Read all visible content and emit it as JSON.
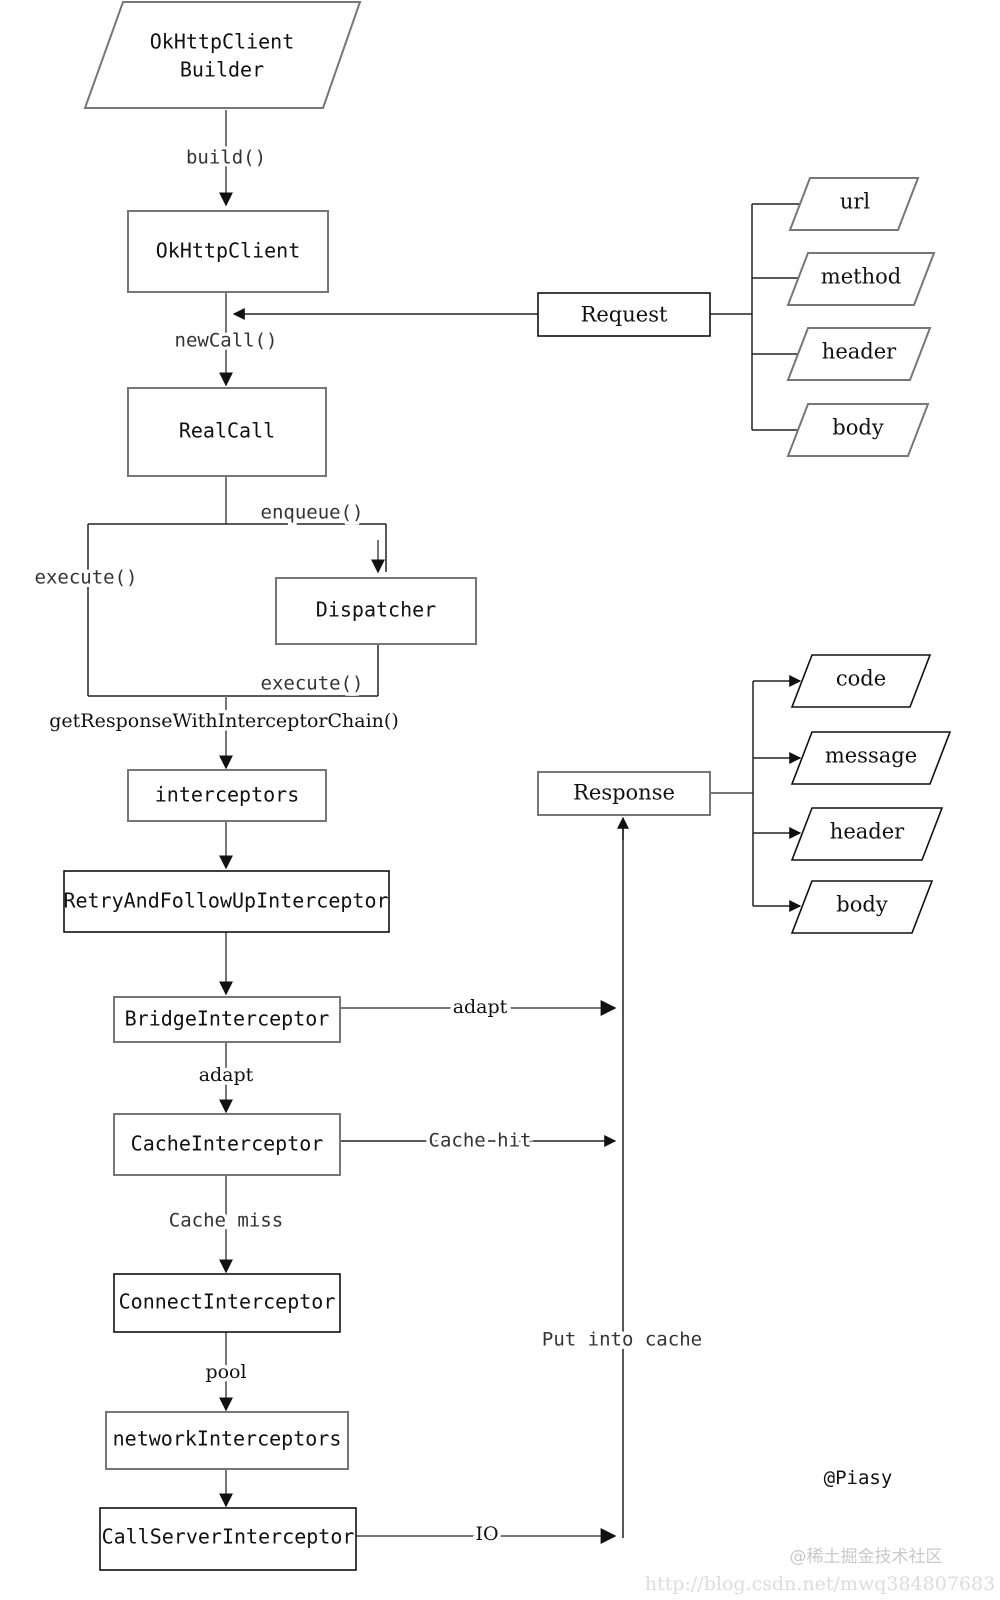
{
  "diagram": {
    "title": "OkHttp request flow",
    "colors": {
      "shape_border": "#777777",
      "shape_border_dark": "#111111",
      "connector": "#777777",
      "background": "#ffffff",
      "text": "#111111"
    },
    "nodes": [
      {
        "id": "builder",
        "label": "OkHttpClient\nBuilder",
        "line1": "OkHttpClient",
        "line2": "Builder",
        "shape": "parallelogram"
      },
      {
        "id": "okhttpclient",
        "label": "OkHttpClient",
        "shape": "rect"
      },
      {
        "id": "realcall",
        "label": "RealCall",
        "shape": "rect"
      },
      {
        "id": "dispatcher",
        "label": "Dispatcher",
        "shape": "rect"
      },
      {
        "id": "interceptors",
        "label": "interceptors",
        "shape": "rect"
      },
      {
        "id": "retryandfollowup",
        "label": "RetryAndFollowUpInterceptor",
        "shape": "rect"
      },
      {
        "id": "bridgeinterceptor",
        "label": "BridgeInterceptor",
        "shape": "rect"
      },
      {
        "id": "cacheinterceptor",
        "label": "CacheInterceptor",
        "shape": "rect"
      },
      {
        "id": "connectinterceptor",
        "label": "ConnectInterceptor",
        "shape": "rect"
      },
      {
        "id": "networkinterceptors",
        "label": "networkInterceptors",
        "shape": "rect"
      },
      {
        "id": "callserverinterceptor",
        "label": "CallServerInterceptor",
        "shape": "rect"
      },
      {
        "id": "request",
        "label": "Request",
        "shape": "rect"
      },
      {
        "id": "response",
        "label": "Response",
        "shape": "rect"
      },
      {
        "id": "request-url",
        "label": "url",
        "shape": "parallelogram"
      },
      {
        "id": "request-method",
        "label": "method",
        "shape": "parallelogram"
      },
      {
        "id": "request-header",
        "label": "header",
        "shape": "parallelogram"
      },
      {
        "id": "request-body",
        "label": "body",
        "shape": "parallelogram"
      },
      {
        "id": "response-code",
        "label": "code",
        "shape": "parallelogram"
      },
      {
        "id": "response-message",
        "label": "message",
        "shape": "parallelogram"
      },
      {
        "id": "response-header",
        "label": "header",
        "shape": "parallelogram"
      },
      {
        "id": "response-body",
        "label": "body",
        "shape": "parallelogram"
      }
    ],
    "edges": [
      {
        "from": "builder",
        "to": "okhttpclient",
        "label": "build()"
      },
      {
        "from": "okhttpclient",
        "to": "realcall",
        "label": "newCall()"
      },
      {
        "from": "realcall",
        "to": "dispatcher",
        "label": "enqueue()"
      },
      {
        "from": "realcall",
        "to": "interceptors",
        "label": "execute()"
      },
      {
        "from": "dispatcher",
        "to": "interceptors",
        "label": "execute()"
      },
      {
        "from": "realcall",
        "to": "interceptors",
        "label": "getResponseWithInterceptorChain()"
      },
      {
        "from": "interceptors",
        "to": "retryandfollowup",
        "label": ""
      },
      {
        "from": "retryandfollowup",
        "to": "bridgeinterceptor",
        "label": ""
      },
      {
        "from": "bridgeinterceptor",
        "to": "response",
        "label": "adapt"
      },
      {
        "from": "bridgeinterceptor",
        "to": "cacheinterceptor",
        "label": "adapt"
      },
      {
        "from": "cacheinterceptor",
        "to": "response",
        "label": "Cache hit"
      },
      {
        "from": "cacheinterceptor",
        "to": "connectinterceptor",
        "label": "Cache miss"
      },
      {
        "from": "connectinterceptor",
        "to": "networkinterceptors",
        "label": "pool"
      },
      {
        "from": "networkinterceptors",
        "to": "callserverinterceptor",
        "label": ""
      },
      {
        "from": "callserverinterceptor",
        "to": "response",
        "label": "IO"
      },
      {
        "from": "callserverinterceptor",
        "to": "response",
        "label": "Put into cache"
      },
      {
        "from": "request",
        "to": "okhttpclient",
        "label": ""
      }
    ],
    "edge_labels": {
      "build": "build()",
      "new_call": "newCall()",
      "enqueue": "enqueue()",
      "execute_left": "execute()",
      "execute_right": "execute()",
      "get_response_chain": "getResponseWithInterceptorChain()",
      "adapt_right": "adapt",
      "adapt_down": "adapt",
      "cache_hit": "Cache hit",
      "cache_miss": "Cache miss",
      "pool": "pool",
      "io": "IO",
      "put_into_cache": "Put into cache"
    },
    "watermarks": {
      "author": "@Piasy",
      "community": "@稀土掘金技术社区",
      "url": "http://blog.csdn.net/mwq384807683"
    }
  }
}
